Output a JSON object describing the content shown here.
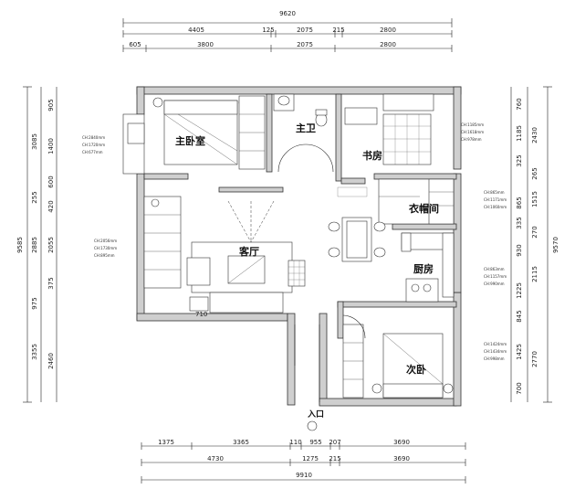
{
  "dimensions": {
    "top_total": "9620",
    "top_row1": [
      "4405",
      "125",
      "2075",
      "215",
      "2800"
    ],
    "top_row2": [
      "605",
      "3800",
      "2075",
      "2800"
    ],
    "bottom_row1": [
      "1375",
      "3365",
      "110",
      "955",
      "207",
      "3690"
    ],
    "bottom_row2": [
      "4730",
      "1275",
      "215",
      "3690"
    ],
    "bottom_total": "9910",
    "left_outer": [
      "9585"
    ],
    "left_inner": [
      "3085",
      "255",
      "2885",
      "975",
      "3355"
    ],
    "left_detail": [
      "905",
      "1400",
      "600",
      "420",
      "2055",
      "375",
      "2460"
    ],
    "right_outer": [
      "9570"
    ],
    "right_inner": [
      "2430",
      "265",
      "1515",
      "270",
      "2115",
      "2770"
    ],
    "right_detail": [
      "760",
      "1185",
      "325",
      "865",
      "335",
      "930",
      "1225",
      "845",
      "1425",
      "700"
    ]
  },
  "rooms": {
    "master_bedroom": "主卧室",
    "master_bath": "主卫",
    "study": "书房",
    "living_room": "客厅",
    "cloakroom": "衣帽间",
    "kitchen": "厨房",
    "second_bedroom": "次卧",
    "entrance": "入口"
  },
  "heights": {
    "master_bedroom": [
      "CH:2840mm",
      "CH:1720mm",
      "CH:677mm"
    ],
    "living_room": [
      "CH:2056mm",
      "CH:1730mm",
      "CH:895mm"
    ],
    "study": [
      "CH:1185mm",
      "CH:1618mm",
      "CH:978mm"
    ],
    "cloakroom": [
      "CH:865mm",
      "CH:1171mm",
      "CH:1060mm"
    ],
    "kitchen": [
      "CH:863mm",
      "CH:1157mm",
      "CH:990mm"
    ],
    "second_bedroom": [
      "CH:1424mm",
      "CH:1434mm",
      "CH:998mm"
    ]
  },
  "markers": {
    "living_dim": "710"
  }
}
